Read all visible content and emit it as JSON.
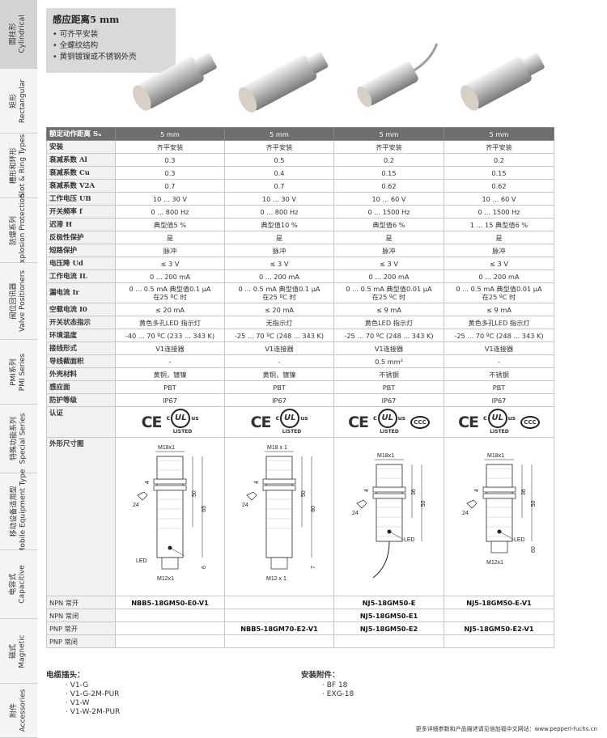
{
  "side_tabs": [
    {
      "cn": "圆柱形",
      "en": "Cylindrical",
      "active": true
    },
    {
      "cn": "矩形",
      "en": "Rectangular",
      "active": false
    },
    {
      "cn": "槽形和环形",
      "en": "Slot & Ring Types",
      "active": false
    },
    {
      "cn": "防爆系列",
      "en": "Explosion Protection",
      "active": false
    },
    {
      "cn": "阀位回讯器",
      "en": "Valve Positioners",
      "active": false
    },
    {
      "cn": "PMI系列",
      "en": "PMI Series",
      "active": false
    },
    {
      "cn": "特殊功能系列",
      "en": "Special Series",
      "active": false
    },
    {
      "cn": "移动设备适用型",
      "en": "Mobile Equipment Type",
      "active": false
    },
    {
      "cn": "电容式",
      "en": "Capacitive",
      "active": false
    },
    {
      "cn": "磁式",
      "en": "Magnetic",
      "active": false
    },
    {
      "cn": "附件",
      "en": "Accessories",
      "active": false
    }
  ],
  "header": {
    "title": "感应距离5 mm",
    "bullets": [
      "可齐平安装",
      "全螺纹结构",
      "黄铜镀镍或不锈钢外壳"
    ]
  },
  "spec_rows": [
    {
      "label": "额定动作距离 Sₙ",
      "values": [
        "5 mm",
        "5 mm",
        "5 mm",
        "5 mm"
      ],
      "head": true
    },
    {
      "label": "安装",
      "values": [
        "齐平安装",
        "齐平安装",
        "齐平安装",
        "齐平安装"
      ]
    },
    {
      "label": "衰减系数 Al",
      "values": [
        "0.3",
        "0.5",
        "0.2",
        "0.2"
      ]
    },
    {
      "label": "衰减系数 Cu",
      "values": [
        "0.3",
        "0.4",
        "0.15",
        "0.15"
      ]
    },
    {
      "label": "衰减系数 V2A",
      "values": [
        "0.7",
        "0.7",
        "0.62",
        "0.62"
      ]
    },
    {
      "label": "工作电压 UB",
      "values": [
        "10 ... 30 V",
        "10 ... 30 V",
        "10 ... 60 V",
        "10 ... 60 V"
      ]
    },
    {
      "label": "开关频率 f",
      "values": [
        "0 ... 800 Hz",
        "0 ... 800 Hz",
        "0 ... 1500 Hz",
        "0 ... 1500 Hz"
      ]
    },
    {
      "label": "迟滞 H",
      "values": [
        "典型值5 %",
        "典型值10 %",
        "典型值6 %",
        "1 ... 15 典型值6 %"
      ]
    },
    {
      "label": "反极性保护",
      "values": [
        "是",
        "是",
        "是",
        "是"
      ]
    },
    {
      "label": "短路保护",
      "values": [
        "脉冲",
        "脉冲",
        "脉冲",
        "脉冲"
      ]
    },
    {
      "label": "电压降 Ud",
      "values": [
        "≤ 3 V",
        "≤ 3 V",
        "≤ 3 V",
        "≤ 3 V"
      ]
    },
    {
      "label": "工作电流 IL",
      "values": [
        "0 ... 200 mA",
        "0 ... 200 mA",
        "0 ... 200 mA",
        "0 ... 200 mA"
      ]
    },
    {
      "label": "漏电流 Ir",
      "values": [
        "0 ... 0.5 mA 典型值0.1 μA\n在25 ºC 时",
        "0 ... 0.5 mA 典型值0.1 μA\n在25 ºC 时",
        "0 ... 0.5 mA 典型值0.01 μA\n在25 ºC 时",
        "0 ... 0.5 mA 典型值0.01 μA\n在25 ºC 时"
      ],
      "tall": true
    },
    {
      "label": "空载电流 I0",
      "values": [
        "≤ 20 mA",
        "≤ 20 mA",
        "≤ 9 mA",
        "≤ 9 mA"
      ]
    },
    {
      "label": "开关状态指示",
      "values": [
        "黄色多孔LED 指示灯",
        "无指示灯",
        "黄色LED 指示灯",
        "黄色多孔LED 指示灯"
      ]
    },
    {
      "label": "环境温度",
      "values": [
        "-40 ... 70 ºC (233 ... 343 K)",
        "-25 ... 70 ºC (248 ... 343 K)",
        "-25 ... 70 ºC (248 ... 343 K)",
        "-25 ... 70 ºC (248 ... 343 K)"
      ]
    },
    {
      "label": "接线形式",
      "values": [
        "V1连接器",
        "V1连接器",
        "V1连接器",
        "V1连接器"
      ]
    },
    {
      "label": "导线截面积",
      "values": [
        "-",
        "-",
        "0.5 mm²",
        "-"
      ]
    },
    {
      "label": "外壳材料",
      "values": [
        "黄铜，镀镍",
        "黄铜，镀镍",
        "不锈钢",
        "不锈钢"
      ]
    },
    {
      "label": "感应面",
      "values": [
        "PBT",
        "PBT",
        "PBT",
        "PBT"
      ]
    },
    {
      "label": "防护等级",
      "values": [
        "IP67",
        "IP67",
        "IP67",
        "IP67"
      ]
    }
  ],
  "cert_label": "认证",
  "cert_text": {
    "ce": "CE",
    "ul": "UL",
    "c": "c",
    "us": "us",
    "listed": "LISTED",
    "ccc": "CCC"
  },
  "cert_ccc": [
    false,
    false,
    true,
    true
  ],
  "dim_label": "外形尺寸图",
  "drawings": [
    {
      "thread": "M18x1",
      "lens": [
        "4",
        "50",
        "65",
        "6"
      ],
      "hex": "24",
      "led": "LED",
      "bottom": "M12x1"
    },
    {
      "thread": "M18 x 1",
      "lens": [
        "4",
        "50",
        "80",
        "7"
      ],
      "hex": "24",
      "led": "",
      "bottom": "M12 x 1"
    },
    {
      "thread": "M18x1",
      "lens": [
        "4",
        "36",
        "50"
      ],
      "hex": "24",
      "led": "LED",
      "bottom": ""
    },
    {
      "thread": "M18x1",
      "lens": [
        "4",
        "36",
        "50",
        "60"
      ],
      "hex": "24",
      "led": "LED",
      "bottom": "M12x1"
    }
  ],
  "part_rows": [
    {
      "label": "NPN 常开",
      "values": [
        "NBB5-18GM50-E0-V1",
        "",
        "NJ5-18GM50-E",
        "NJ5-18GM50-E-V1"
      ]
    },
    {
      "label": "NPN 常闭",
      "values": [
        "",
        "",
        "NJ5-18GM50-E1",
        ""
      ]
    },
    {
      "label": "PNP 常开",
      "values": [
        "",
        "NBB5-18GM70-E2-V1",
        "NJ5-18GM50-E2",
        "NJ5-18GM50-E2-V1"
      ]
    },
    {
      "label": "PNP 常闭",
      "values": [
        "",
        "",
        "",
        ""
      ]
    }
  ],
  "cables": {
    "title": "电缆插头：",
    "items": [
      "V1-G",
      "V1-G-2M-PUR",
      "V1-W",
      "V1-W-2M-PUR"
    ]
  },
  "accessories": {
    "title": "安装附件：",
    "items": [
      "BF 18",
      "EXG-18"
    ]
  },
  "footer": "更多详细参数和产品描述请见倍加福中文网站：www.pepperl-fuchs.cn"
}
